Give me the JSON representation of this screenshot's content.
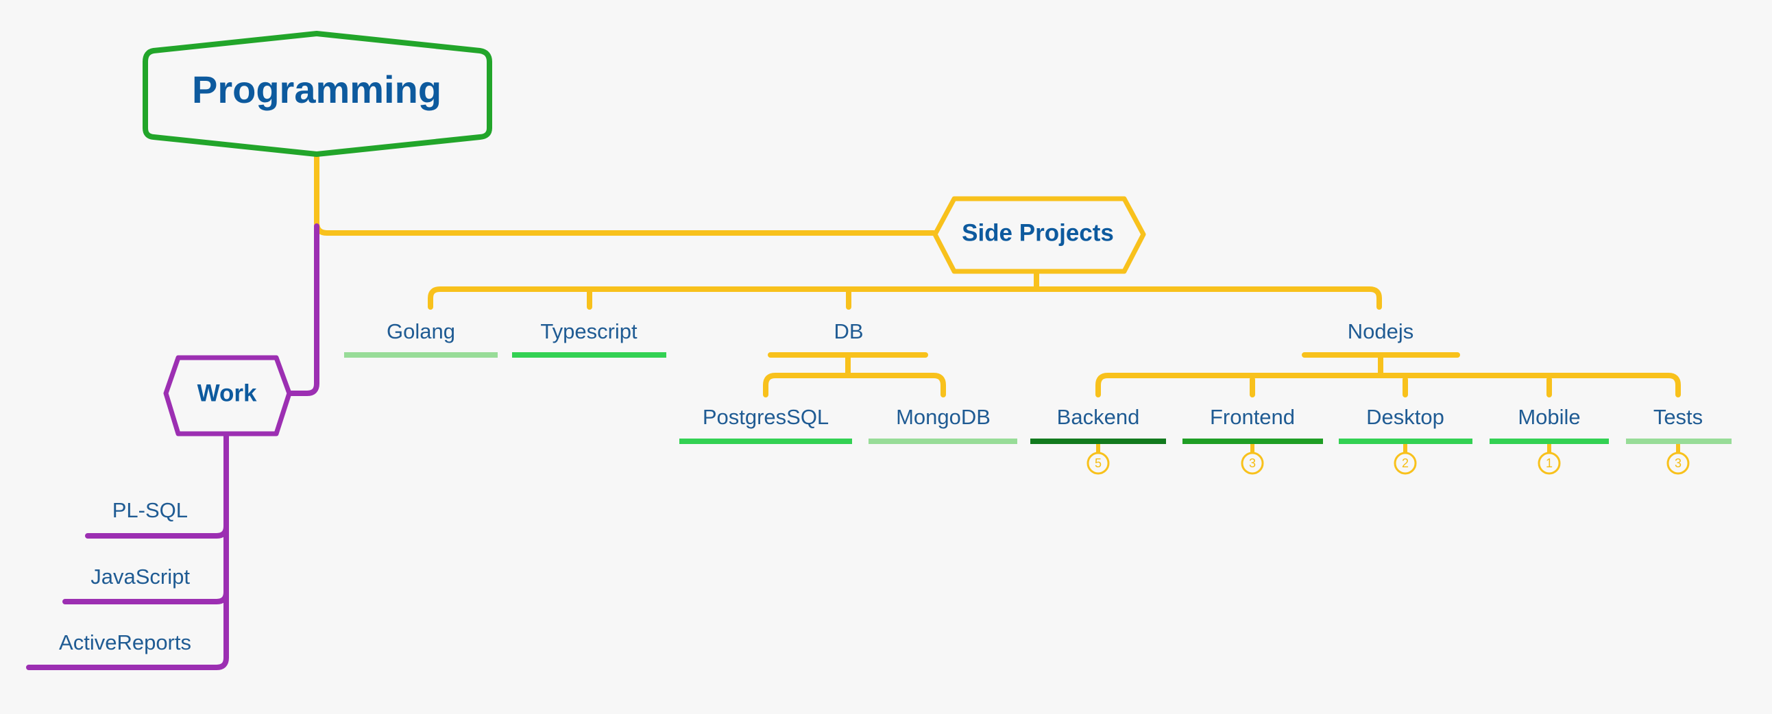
{
  "colors": {
    "background": "#f7f7f7",
    "root_border": "#22a52a",
    "yellow_branch": "#f8c11c",
    "purple_branch": "#9c2fb2",
    "text_blue": "#1f5b93",
    "green_dark": "#127a1e",
    "green_mid": "#1f9e25",
    "green_bright": "#33d153",
    "green_light": "#98dc98"
  },
  "root": {
    "label": "Programming"
  },
  "side_projects": {
    "label": "Side Projects",
    "children": {
      "golang": {
        "label": "Golang"
      },
      "typescript": {
        "label": "Typescript"
      },
      "db": {
        "label": "DB",
        "children": {
          "postgres": {
            "label": "PostgresSQL"
          },
          "mongodb": {
            "label": "MongoDB"
          }
        }
      },
      "nodejs": {
        "label": "Nodejs",
        "children": {
          "backend": {
            "label": "Backend",
            "badge": "5"
          },
          "frontend": {
            "label": "Frontend",
            "badge": "3"
          },
          "desktop": {
            "label": "Desktop",
            "badge": "2"
          },
          "mobile": {
            "label": "Mobile",
            "badge": "1"
          },
          "tests": {
            "label": "Tests",
            "badge": "3"
          }
        }
      }
    }
  },
  "work": {
    "label": "Work",
    "children": {
      "plsql": {
        "label": "PL-SQL"
      },
      "javascript": {
        "label": "JavaScript"
      },
      "activereports": {
        "label": "ActiveReports"
      }
    }
  }
}
